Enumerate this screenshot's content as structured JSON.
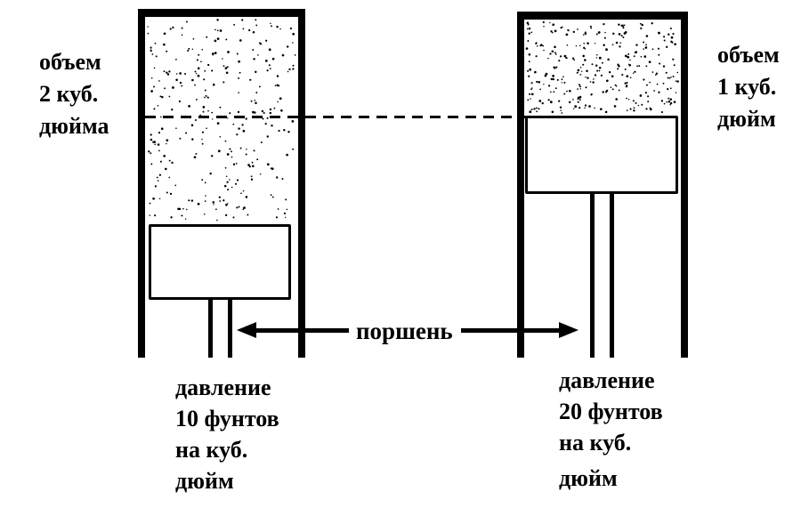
{
  "palette": {
    "background": "#ffffff",
    "ink": "#000000"
  },
  "piston_label": "поршень",
  "left_cylinder": {
    "volume_label": {
      "lines": [
        "объем",
        "2 куб.",
        "дюйма"
      ]
    },
    "pressure_label": {
      "lines": [
        "давление",
        "10 фунтов",
        "на куб.",
        "дюйм"
      ]
    },
    "gas_dots": 300
  },
  "right_cylinder": {
    "volume_label": {
      "lines": [
        "объем",
        "1 куб.",
        "дюйм"
      ]
    },
    "pressure_label": {
      "lines": [
        "давление",
        "20 фунтов",
        "на куб.",
        "дюйм"
      ]
    },
    "gas_dots": 300
  }
}
